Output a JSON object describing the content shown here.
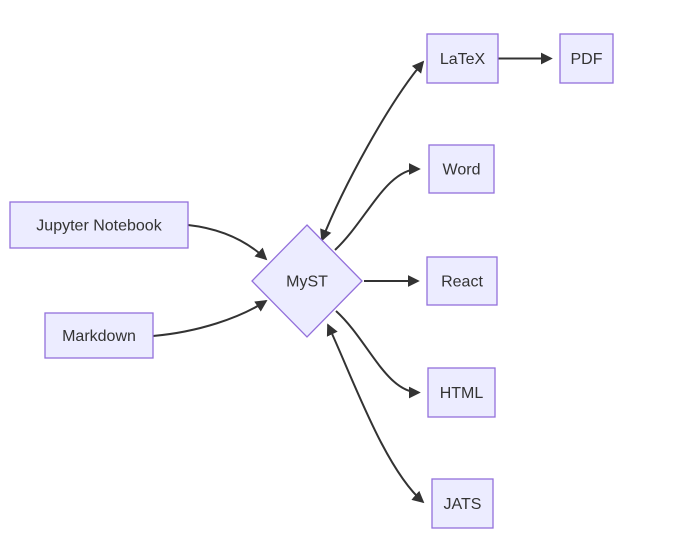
{
  "diagram": {
    "type": "flowchart",
    "direction": "left-to-right",
    "style": {
      "background": "#ffffff",
      "node_fill": "#ECECFF",
      "node_border": "#9370DB",
      "label_color": "#333333",
      "edge_color": "#333333"
    },
    "nodes": [
      {
        "id": "jupyter-notebook",
        "label": "Jupyter Notebook",
        "shape": "rectangle"
      },
      {
        "id": "markdown",
        "label": "Markdown",
        "shape": "rectangle"
      },
      {
        "id": "myst",
        "label": "MyST",
        "shape": "diamond"
      },
      {
        "id": "latex",
        "label": "LaTeX",
        "shape": "rectangle"
      },
      {
        "id": "pdf",
        "label": "PDF",
        "shape": "rectangle"
      },
      {
        "id": "word",
        "label": "Word",
        "shape": "rectangle"
      },
      {
        "id": "react",
        "label": "React",
        "shape": "rectangle"
      },
      {
        "id": "html",
        "label": "HTML",
        "shape": "rectangle"
      },
      {
        "id": "jats",
        "label": "JATS",
        "shape": "rectangle"
      }
    ],
    "edges": [
      {
        "from": "Jupyter Notebook",
        "to": "MyST",
        "direction": "forward"
      },
      {
        "from": "Markdown",
        "to": "MyST",
        "direction": "forward"
      },
      {
        "from": "MyST",
        "to": "LaTeX",
        "direction": "bidirectional"
      },
      {
        "from": "LaTeX",
        "to": "PDF",
        "direction": "forward"
      },
      {
        "from": "MyST",
        "to": "Word",
        "direction": "forward"
      },
      {
        "from": "MyST",
        "to": "React",
        "direction": "forward"
      },
      {
        "from": "MyST",
        "to": "HTML",
        "direction": "forward"
      },
      {
        "from": "MyST",
        "to": "JATS",
        "direction": "bidirectional"
      }
    ]
  }
}
